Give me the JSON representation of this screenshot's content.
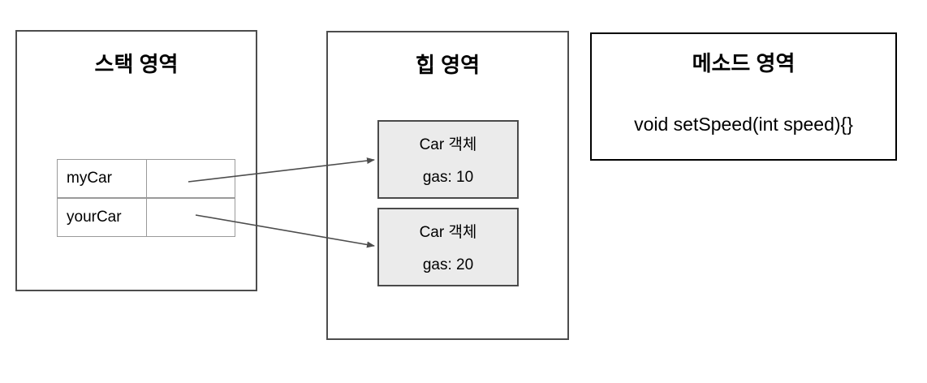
{
  "diagram": {
    "title": "Java memory areas diagram",
    "background_color": "#ffffff"
  },
  "panels": {
    "stack": {
      "title": "스택 영역",
      "border_color": "#4d4d4d",
      "table": {
        "rows": [
          {
            "name": "myCar",
            "value": ""
          },
          {
            "name": "yourCar",
            "value": ""
          }
        ]
      }
    },
    "heap": {
      "title": "힙 영역",
      "border_color": "#4d4d4d",
      "objects": [
        {
          "title": "Car 객체",
          "field": "gas: 10",
          "fill_color": "#ebebeb"
        },
        {
          "title": "Car 객체",
          "field": "gas: 20",
          "fill_color": "#ebebeb"
        }
      ]
    },
    "method": {
      "title": "메소드 영역",
      "border_color": "#000000",
      "signature": "void setSpeed(int speed){}"
    }
  },
  "arrows": [
    {
      "name": "myCar-to-car-object-1",
      "from": "myCar value cell",
      "to": "Car 객체 gas: 10",
      "color": "#4d4d4d"
    },
    {
      "name": "yourCar-to-car-object-2",
      "from": "yourCar value cell",
      "to": "Car 객체 gas: 20",
      "color": "#4d4d4d"
    }
  ]
}
